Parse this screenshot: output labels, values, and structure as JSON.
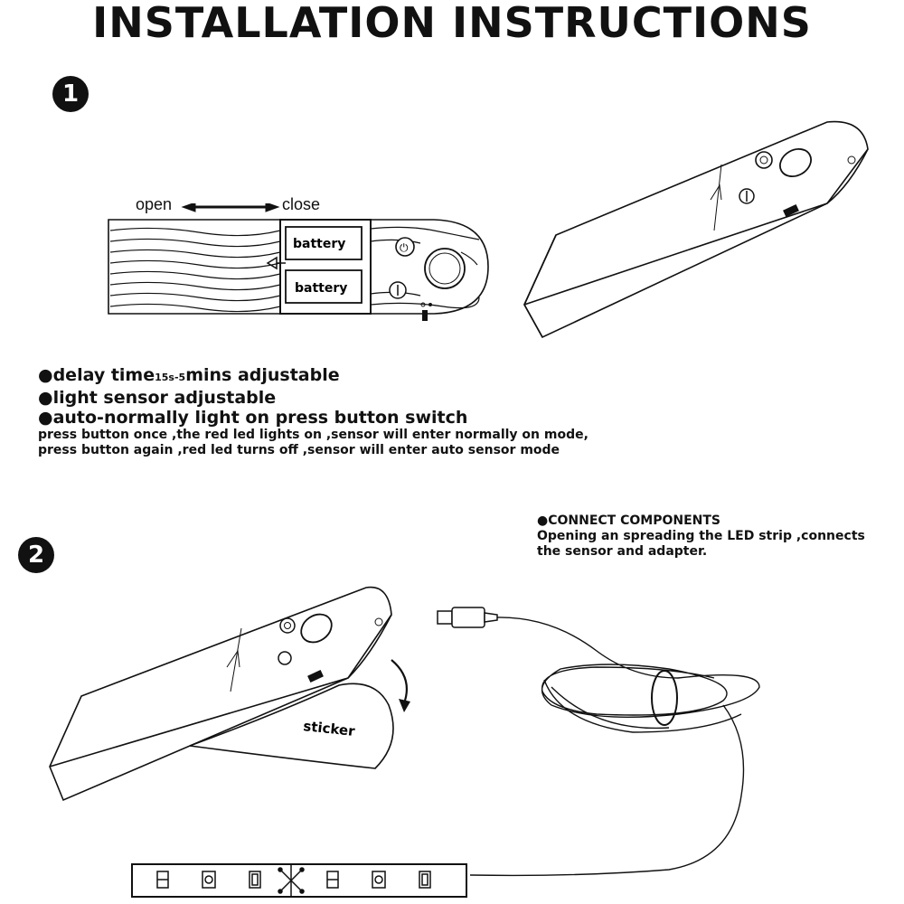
{
  "title": "INSTALLATION INSTRUCTIONS",
  "steps": {
    "one": "1",
    "two": "2"
  },
  "diagram1": {
    "open": "open",
    "close": "close",
    "battery_top": "battery",
    "battery_bottom": "battery"
  },
  "features": {
    "delay_prefix": "●delay time",
    "delay_small": "15s-5",
    "delay_suffix": "mins adjustable",
    "light_sensor": "●light sensor adjustable",
    "auto_normal": "●auto-normally light on press button switch",
    "press_once": "press button once ,the red led lights on ,sensor will enter normally on mode,",
    "press_again": "press button again ,red led turns off ,sensor will enter auto sensor mode"
  },
  "connect": {
    "heading": "●CONNECT COMPONENTS",
    "line1": "Opening an spreading the LED strip ,connects",
    "line2": " the sensor and adapter."
  },
  "diagram2": {
    "sticker": "sticker"
  }
}
